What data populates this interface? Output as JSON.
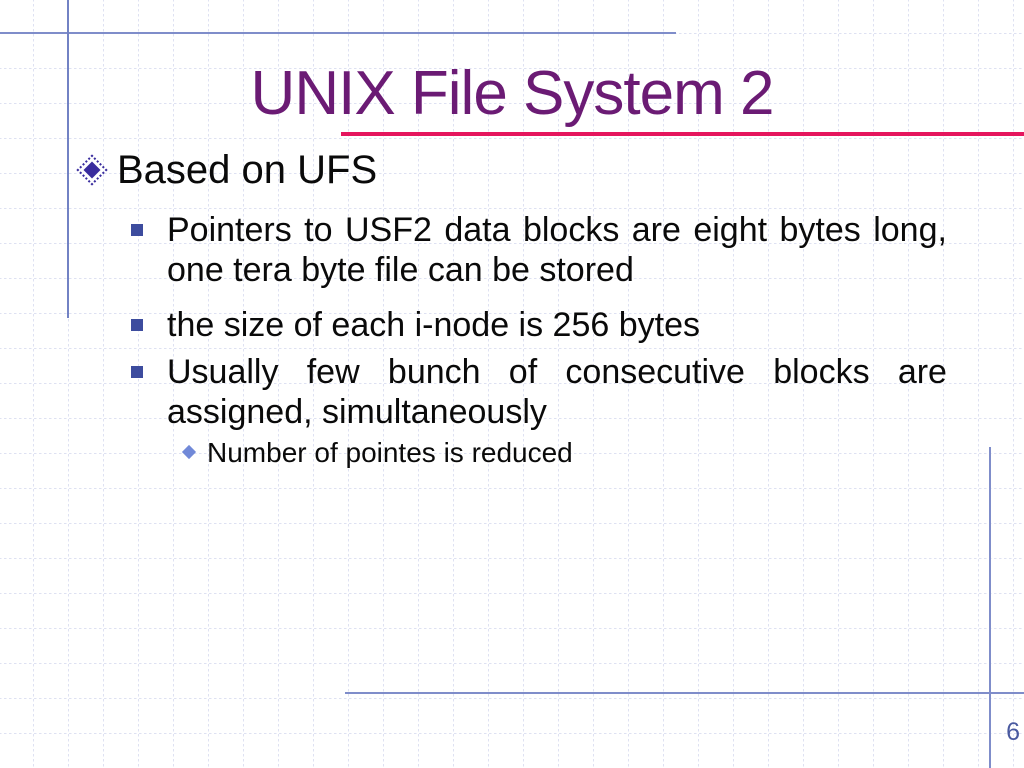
{
  "slide": {
    "title": "UNIX File System 2",
    "page_number": "6",
    "bullets": {
      "level1": "Based on UFS",
      "l2a_line1": "Pointers to USF2 data blocks are eight bytes long,",
      "l2a_line2": "one tera byte file can be stored",
      "l2b": "the size of each i-node is 256 bytes",
      "l2c_line1": "Usually few bunch of consecutive blocks are",
      "l2c_line2": "assigned, simultaneously",
      "level3": "Number of pointes is reduced"
    },
    "colors": {
      "title": "#6B1B74",
      "underline": "#E5155E",
      "accent_line": "#7F8DCA",
      "grid_line": "#DEE1F2",
      "text": "#0A0A0A",
      "bullet_square": "#3D4C9E",
      "bullet_diamond_l1": "#3A2D9E",
      "bullet_diamond_l3": "#7189D8",
      "page_number": "#4A5AA0"
    }
  }
}
